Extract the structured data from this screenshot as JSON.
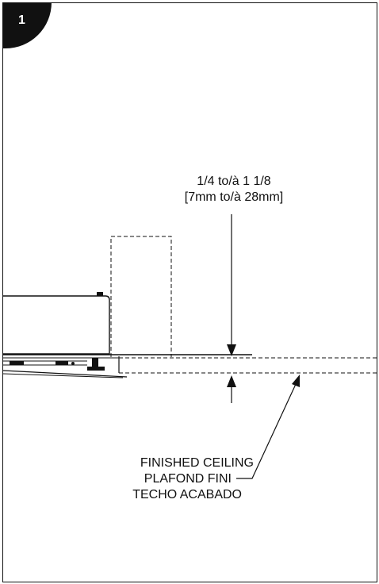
{
  "step": {
    "number": "1"
  },
  "dimension": {
    "imperial": "1/4 to/à 1 1/8",
    "metric": "[7mm to/à 28mm]"
  },
  "ceiling_label": {
    "en": "FINISHED CEILING",
    "fr": "PLAFOND FINI",
    "es": "TECHO ACABADO"
  }
}
